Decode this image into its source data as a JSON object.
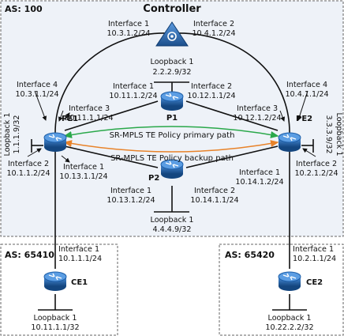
{
  "as_main": "AS: 100",
  "as_left": "AS: 65410",
  "as_right": "AS: 65420",
  "controller": {
    "title": "Controller",
    "if1": "Interface 1",
    "if1_ip": "10.3.1.2/24",
    "if2": "Interface 2",
    "if2_ip": "10.4.1.2/24"
  },
  "pe1": {
    "name": "PE1",
    "if4": "Interface 4",
    "if4_ip": "10.3.1.1/24",
    "if3": "Interface 3",
    "if3_ip": "10.11.1.1/24",
    "if2": "Interface 2",
    "if2_ip": "10.1.1.2/24",
    "if1": "Interface 1",
    "if1_ip": "10.13.1.1/24",
    "lb": "Loopback 1",
    "lb_ip": "1.1.1.9/32"
  },
  "p1": {
    "name": "P1",
    "lb": "Loopback 1",
    "lb_ip": "2.2.2.9/32",
    "if1": "Interface 1",
    "if1_ip": "10.11.1.2/24",
    "if2": "Interface 2",
    "if2_ip": "10.12.1.1/24"
  },
  "pe2": {
    "name": "PE2",
    "if4": "Interface 4",
    "if4_ip": "10.4.1.1/24",
    "if3": "Interface 3",
    "if3_ip": "10.12.1.2/24",
    "if2": "Interface 2",
    "if2_ip": "10.2.1.2/24",
    "if1": "Interface 1",
    "if1_ip": "10.14.1.2/24",
    "lb": "Loopback 1",
    "lb_ip": "3.3.3.9/32"
  },
  "p2": {
    "name": "P2",
    "if1": "Interface 1",
    "if1_ip": "10.13.1.2/24",
    "if2": "Interface 2",
    "if2_ip": "10.14.1.1/24",
    "lb": "Loopback 1",
    "lb_ip": "4.4.4.9/32"
  },
  "ce1": {
    "name": "CE1",
    "if1": "Interface 1",
    "if1_ip": "10.1.1.1/24",
    "lb": "Loopback 1",
    "lb_ip": "10.11.1.1/32"
  },
  "ce2": {
    "name": "CE2",
    "if1": "Interface 1",
    "if1_ip": "10.2.1.1/24",
    "lb": "Loopback 1",
    "lb_ip": "10.22.2.2/32"
  },
  "paths": {
    "primary": "SR-MPLS TE Policy primary path",
    "backup": "SR-MPLS TE Policy backup path"
  },
  "colors": {
    "as_bg": "#eef2f8",
    "box_border": "#555555",
    "router_blue": "#1e5fa8",
    "primary_path": "#2aa84a",
    "backup_path": "#e8832a"
  }
}
